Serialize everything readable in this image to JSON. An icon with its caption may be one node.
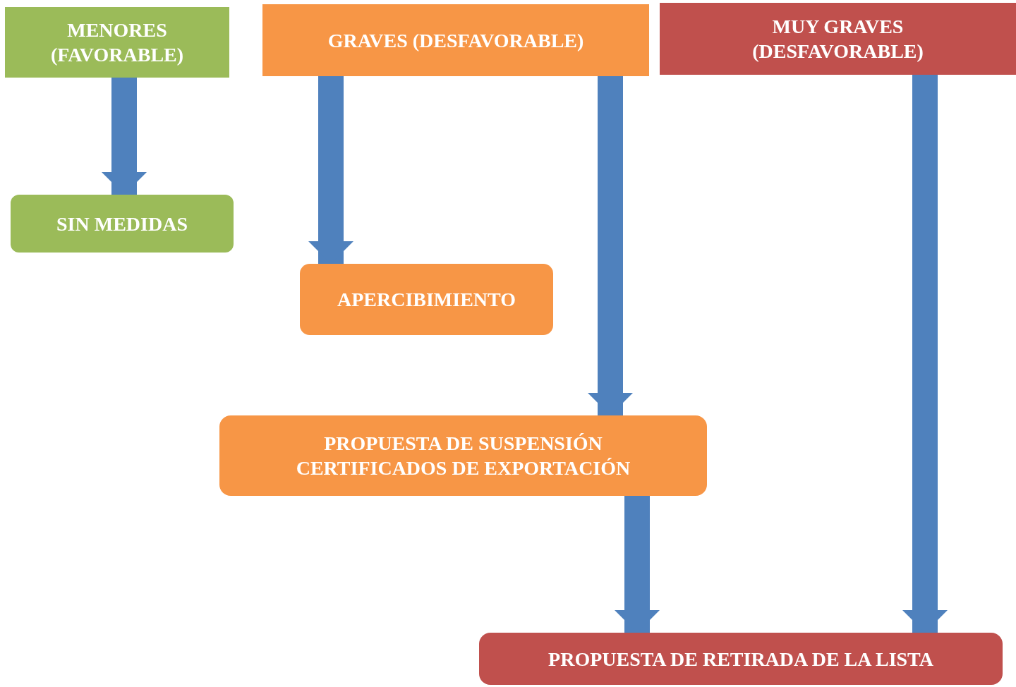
{
  "diagram": {
    "nodes": [
      {
        "text": [
          "MENORES (FAVORABLE)"
        ]
      },
      {
        "text": [
          "GRAVES (DESFAVORABLE)"
        ]
      },
      {
        "text": [
          "MUY GRAVES (DESFAVORABLE)"
        ]
      },
      {
        "text": [
          "SIN MEDIDAS"
        ]
      },
      {
        "text": [
          "APERCIBIMIENTO"
        ]
      },
      {
        "text": [
          "PROPUESTA DE SUSPENSIÓN CERTIFICADOS DE EXPORTACIÓN"
        ]
      },
      {
        "text": [
          "PROPUESTA DE RETIRADA DE LA LISTA"
        ]
      }
    ],
    "edges": [
      {
        "from": 0,
        "to": 3,
        "arrow": "to"
      },
      {
        "from": 1,
        "to": 4,
        "arrow": "to"
      },
      {
        "from": 1,
        "to": 5,
        "arrow": "to"
      },
      {
        "from": 5,
        "to": 6,
        "arrow": "to"
      },
      {
        "from": 2,
        "to": 6,
        "arrow": "to"
      }
    ]
  }
}
